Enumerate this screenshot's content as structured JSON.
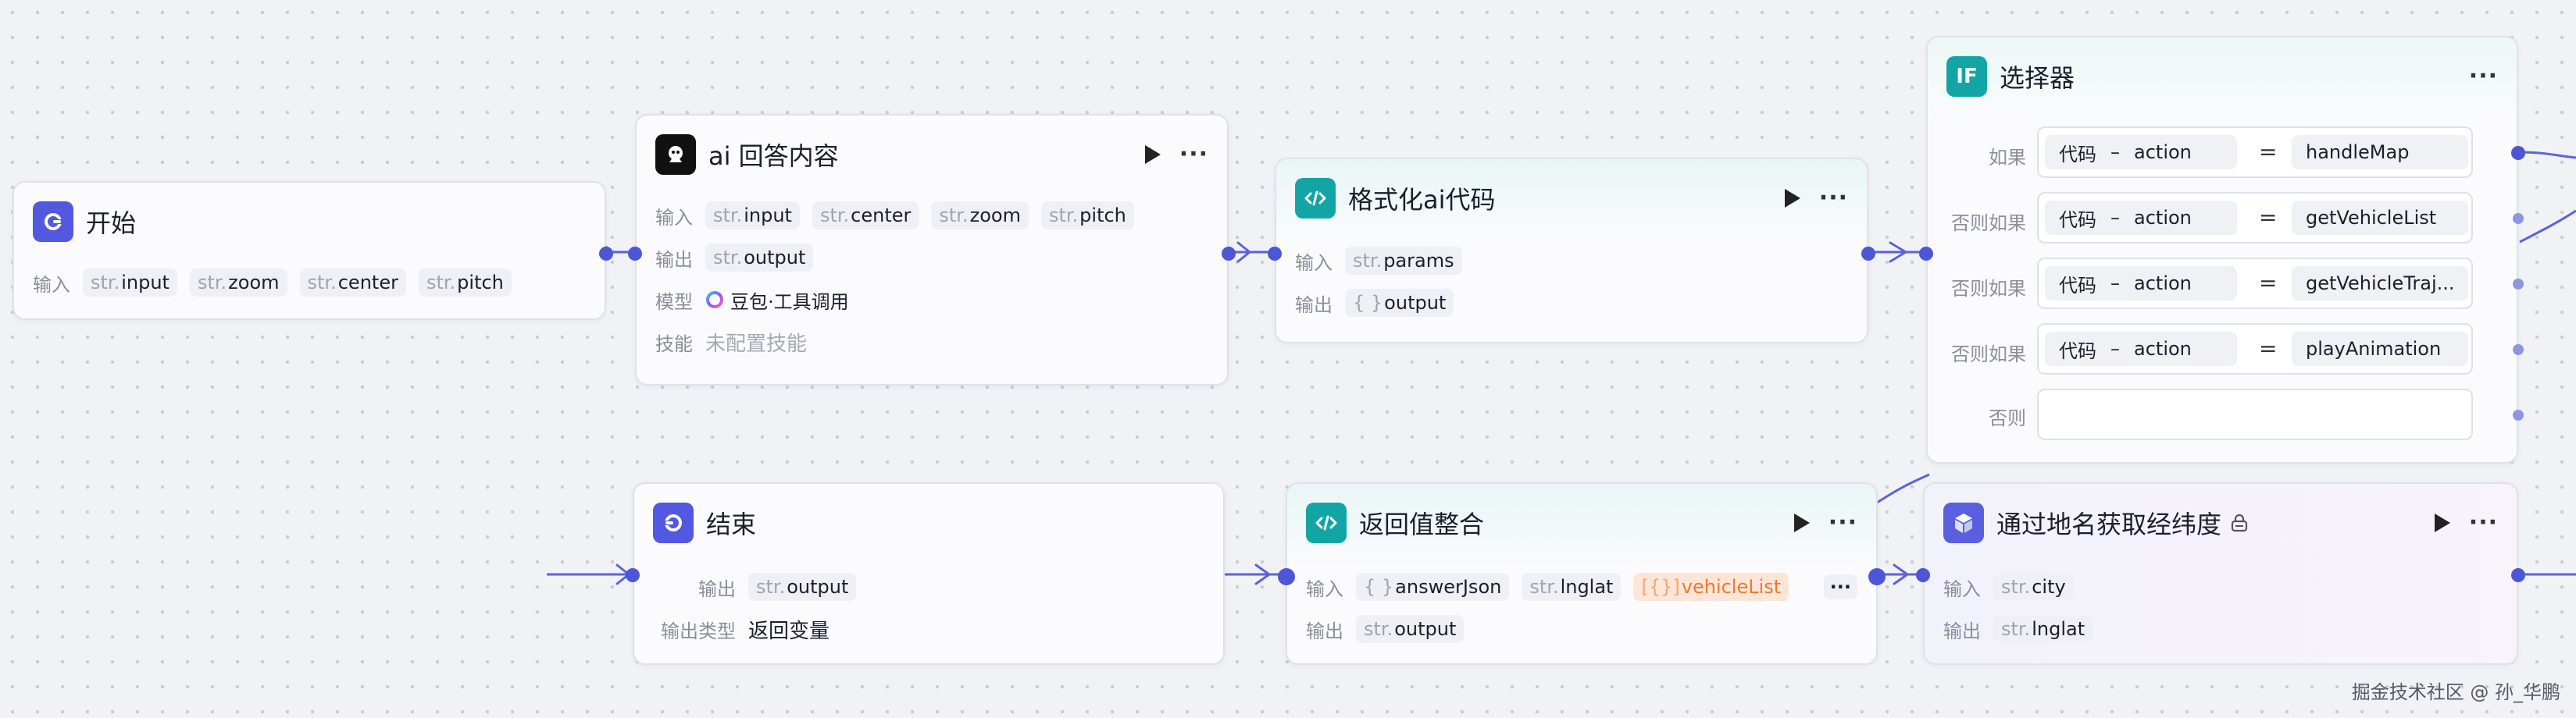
{
  "nodes": {
    "start": {
      "title": "开始",
      "input_label": "输入",
      "inputs": [
        {
          "type": "str.",
          "name": "input"
        },
        {
          "type": "str.",
          "name": "zoom"
        },
        {
          "type": "str.",
          "name": "center"
        },
        {
          "type": "str.",
          "name": "pitch"
        }
      ]
    },
    "ai": {
      "title": "ai 回答内容",
      "input_label": "输入",
      "inputs": [
        {
          "type": "str.",
          "name": "input"
        },
        {
          "type": "str.",
          "name": "center"
        },
        {
          "type": "str.",
          "name": "zoom"
        },
        {
          "type": "str.",
          "name": "pitch"
        }
      ],
      "output_label": "输出",
      "output": {
        "type": "str.",
        "name": "output"
      },
      "model_label": "模型",
      "model_value": "豆包·工具调用",
      "skill_label": "技能",
      "skill_value": "未配置技能"
    },
    "format": {
      "title": "格式化ai代码",
      "input_label": "输入",
      "input": {
        "type": "str.",
        "name": "params"
      },
      "output_label": "输出",
      "output": {
        "type": "{ }",
        "name": "output"
      }
    },
    "selector": {
      "title": "选择器",
      "icon_text": "IF",
      "conditions": [
        {
          "label": "如果",
          "source": "代码",
          "field": "action",
          "op": "=",
          "value": "handleMap"
        },
        {
          "label": "否则如果",
          "source": "代码",
          "field": "action",
          "op": "=",
          "value": "getVehicleList"
        },
        {
          "label": "否则如果",
          "source": "代码",
          "field": "action",
          "op": "=",
          "value": "getVehicleTraj..."
        },
        {
          "label": "否则如果",
          "source": "代码",
          "field": "action",
          "op": "=",
          "value": "playAnimation"
        }
      ],
      "else_label": "否则",
      "dash": "–"
    },
    "end": {
      "title": "结束",
      "output_label": "输出",
      "output": {
        "type": "str.",
        "name": "output"
      },
      "output_type_label": "输出类型",
      "output_type_value": "返回变量"
    },
    "merge": {
      "title": "返回值整合",
      "input_label": "输入",
      "inputs": [
        {
          "type": "{ }",
          "name": "answerJson"
        },
        {
          "type": "str.",
          "name": "lnglat"
        },
        {
          "type": "[{}]",
          "name": "vehicleList"
        }
      ],
      "more": "···",
      "output_label": "输出",
      "output": {
        "type": "str.",
        "name": "output"
      }
    },
    "geo": {
      "title": "通过地名获取经纬度",
      "input_label": "输入",
      "input": {
        "type": "str.",
        "name": "city"
      },
      "output_label": "输出",
      "output": {
        "type": "str.",
        "name": "lnglat"
      }
    }
  },
  "controls": {
    "more": "···"
  },
  "watermark": "掘金技术社区 @ 孙_华鹏",
  "colors": {
    "accent": "#4d57d6",
    "start_icon": "#5358e0",
    "code_icon": "#13a5a5",
    "if_icon": "#13a5a5",
    "plugin_icon": "#5a5fe0",
    "highlight_chip": "#fde6d8"
  },
  "icons": {
    "start": "start-icon",
    "ai": "bot-icon",
    "code": "code-icon",
    "if": "if-icon",
    "end": "end-icon",
    "plugin": "cube-icon",
    "model": "doubao-icon",
    "lock": "lock-icon",
    "run": "play-icon",
    "menu": "more-icon"
  }
}
